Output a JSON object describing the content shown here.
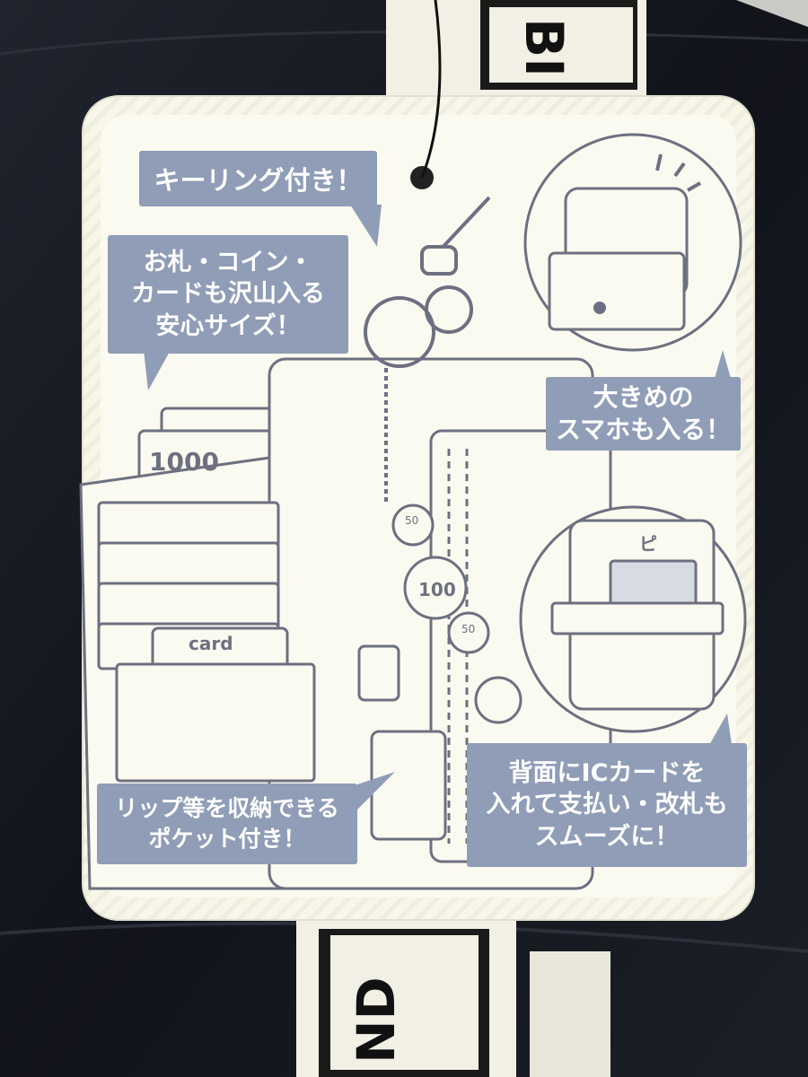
{
  "strap_top_text": "BI",
  "strap_bottom_text": "ND",
  "callouts": {
    "keyring": "キーリング付き！",
    "capacity": [
      "お札・コイン・",
      "カードも沢山入る",
      "安心サイズ！"
    ],
    "phone": [
      "大きめの",
      "スマホも入る！"
    ],
    "lip": [
      "リップ等を収納できる",
      "ポケット付き！"
    ],
    "ic_card": [
      "背面にICカードを",
      "入れて支払い・改札も",
      "スムーズに！"
    ]
  },
  "illustration": {
    "bill_value": "1000",
    "card_label": "card",
    "coins": [
      "50",
      "100",
      "50"
    ],
    "ic_sound": "ピ"
  },
  "colors": {
    "tag": "#f7f6e7",
    "bubble": "#8f9db7",
    "line": "#6d7080",
    "background": "#15181f",
    "strap": "#f2f0e4"
  }
}
